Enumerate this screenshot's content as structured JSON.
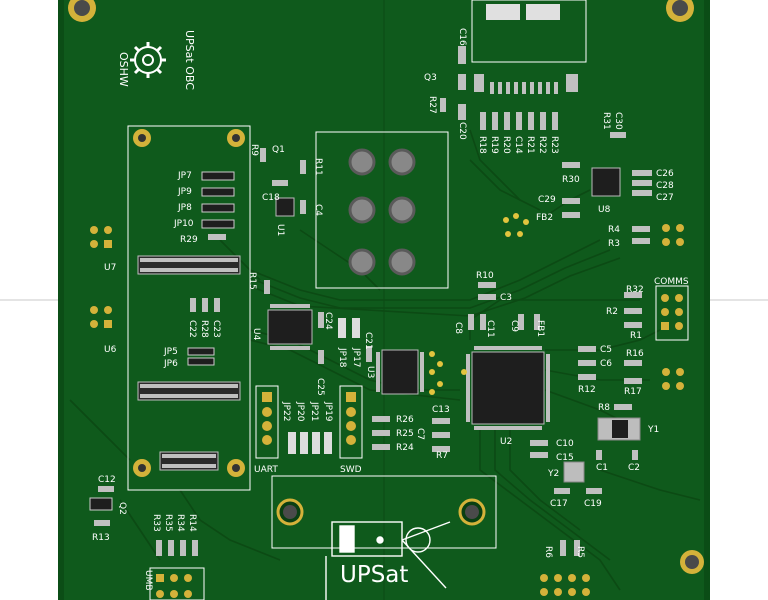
{
  "board": {
    "title": "UPSat OBC",
    "logo_text": "OSHW",
    "brand_text": "UPSat",
    "colors": {
      "background": "#ffffff",
      "board": "#0f5a1c",
      "board_dark": "#0a4614",
      "copper_trace": "#0c4a14",
      "pad": "#c9a52c",
      "silkscreen": "#ffffff",
      "hole": "#4a4a4a"
    }
  },
  "headers": {
    "uart": "UART",
    "swd": "SWD",
    "comms": "COMMS",
    "umb": "UMB"
  },
  "labels": [
    {
      "id": "jp7",
      "text": "JP7"
    },
    {
      "id": "jp9",
      "text": "JP9"
    },
    {
      "id": "jp8",
      "text": "JP8"
    },
    {
      "id": "jp10",
      "text": "JP10"
    },
    {
      "id": "r29",
      "text": "R29"
    },
    {
      "id": "u7",
      "text": "U7"
    },
    {
      "id": "u6",
      "text": "U6"
    },
    {
      "id": "r15",
      "text": "R15"
    },
    {
      "id": "c22",
      "text": "C22"
    },
    {
      "id": "r28",
      "text": "R28"
    },
    {
      "id": "c23",
      "text": "C23"
    },
    {
      "id": "jp5",
      "text": "JP5"
    },
    {
      "id": "jp6",
      "text": "JP6"
    },
    {
      "id": "u4",
      "text": "U4"
    },
    {
      "id": "r9",
      "text": "R9"
    },
    {
      "id": "q1",
      "text": "Q1"
    },
    {
      "id": "c18",
      "text": "C18"
    },
    {
      "id": "u1",
      "text": "U1"
    },
    {
      "id": "r11",
      "text": "R11"
    },
    {
      "id": "c4",
      "text": "C4"
    },
    {
      "id": "c24",
      "text": "C24"
    },
    {
      "id": "c25",
      "text": "C25"
    },
    {
      "id": "c21",
      "text": "C21"
    },
    {
      "id": "jp17",
      "text": "JP17"
    },
    {
      "id": "jp18",
      "text": "JP18"
    },
    {
      "id": "u3",
      "text": "U3"
    },
    {
      "id": "jp22",
      "text": "JP22"
    },
    {
      "id": "jp20",
      "text": "JP20"
    },
    {
      "id": "jp21",
      "text": "JP21"
    },
    {
      "id": "jp19",
      "text": "JP19"
    },
    {
      "id": "c16",
      "text": "C16"
    },
    {
      "id": "q3",
      "text": "Q3"
    },
    {
      "id": "r27",
      "text": "R27"
    },
    {
      "id": "c20",
      "text": "C20"
    },
    {
      "id": "r18",
      "text": "R18"
    },
    {
      "id": "r19",
      "text": "R19"
    },
    {
      "id": "r20",
      "text": "R20"
    },
    {
      "id": "c14",
      "text": "C14"
    },
    {
      "id": "r21",
      "text": "R21"
    },
    {
      "id": "r22",
      "text": "R22"
    },
    {
      "id": "r23",
      "text": "R23"
    },
    {
      "id": "r31",
      "text": "R31"
    },
    {
      "id": "c30",
      "text": "C30"
    },
    {
      "id": "r30",
      "text": "R30"
    },
    {
      "id": "c29",
      "text": "C29"
    },
    {
      "id": "fb2",
      "text": "FB2"
    },
    {
      "id": "u8",
      "text": "U8"
    },
    {
      "id": "c26",
      "text": "C26"
    },
    {
      "id": "c28",
      "text": "C28"
    },
    {
      "id": "c27",
      "text": "C27"
    },
    {
      "id": "r4",
      "text": "R4"
    },
    {
      "id": "r3",
      "text": "R3"
    },
    {
      "id": "r10",
      "text": "R10"
    },
    {
      "id": "c3",
      "text": "C3"
    },
    {
      "id": "c8",
      "text": "C8"
    },
    {
      "id": "c11",
      "text": "C11"
    },
    {
      "id": "c9",
      "text": "C9"
    },
    {
      "id": "fb1",
      "text": "FB1"
    },
    {
      "id": "r32",
      "text": "R32"
    },
    {
      "id": "r2",
      "text": "R2"
    },
    {
      "id": "r1",
      "text": "R1"
    },
    {
      "id": "c5",
      "text": "C5"
    },
    {
      "id": "c6",
      "text": "C6"
    },
    {
      "id": "r16",
      "text": "R16"
    },
    {
      "id": "r12",
      "text": "R12"
    },
    {
      "id": "r17",
      "text": "R17"
    },
    {
      "id": "r8",
      "text": "R8"
    },
    {
      "id": "y1",
      "text": "Y1"
    },
    {
      "id": "c1",
      "text": "C1"
    },
    {
      "id": "c2",
      "text": "C2"
    },
    {
      "id": "u2",
      "text": "U2"
    },
    {
      "id": "c13",
      "text": "C13"
    },
    {
      "id": "c7",
      "text": "C7"
    },
    {
      "id": "r26",
      "text": "R26"
    },
    {
      "id": "r25",
      "text": "R25"
    },
    {
      "id": "r24",
      "text": "R24"
    },
    {
      "id": "r7",
      "text": "R7"
    },
    {
      "id": "c10",
      "text": "C10"
    },
    {
      "id": "c15",
      "text": "C15"
    },
    {
      "id": "y2",
      "text": "Y2"
    },
    {
      "id": "c17",
      "text": "C17"
    },
    {
      "id": "c19",
      "text": "C19"
    },
    {
      "id": "c12",
      "text": "C12"
    },
    {
      "id": "q2",
      "text": "Q2"
    },
    {
      "id": "r13",
      "text": "R13"
    },
    {
      "id": "r33",
      "text": "R33"
    },
    {
      "id": "r35",
      "text": "R35"
    },
    {
      "id": "r34",
      "text": "R34"
    },
    {
      "id": "r14",
      "text": "R14"
    },
    {
      "id": "r6",
      "text": "R6"
    },
    {
      "id": "r5",
      "text": "R5"
    }
  ]
}
